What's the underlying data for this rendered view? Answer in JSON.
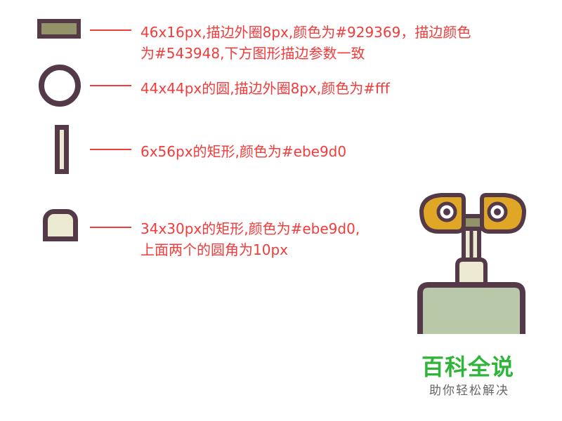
{
  "annotations": [
    {
      "lines": [
        "46x16px,描边外圈8px,颜色为#929369，描边颜色",
        "为#543948,下方图形描边参数一致"
      ]
    },
    {
      "lines": [
        "44x44px的圆,描边外圈8px,颜色为#fff"
      ]
    },
    {
      "lines": [
        "6x56px的矩形,颜色为#ebe9d0"
      ]
    },
    {
      "lines": [
        "34x30px的矩形,颜色为#ebe9d0,",
        "上面两个的圆角为10px"
      ]
    }
  ],
  "brand": {
    "name": "百科全说",
    "tagline": "助你轻松解决"
  },
  "colors": {
    "annotation_text": "#f23b3b",
    "stroke": "#543948",
    "olive": "#929369",
    "white": "#ffffff",
    "cream": "#ebe9d0",
    "body_green": "#b8c8a9",
    "eye_gold": "#e0a626",
    "brand_green": "#2fb53a"
  }
}
